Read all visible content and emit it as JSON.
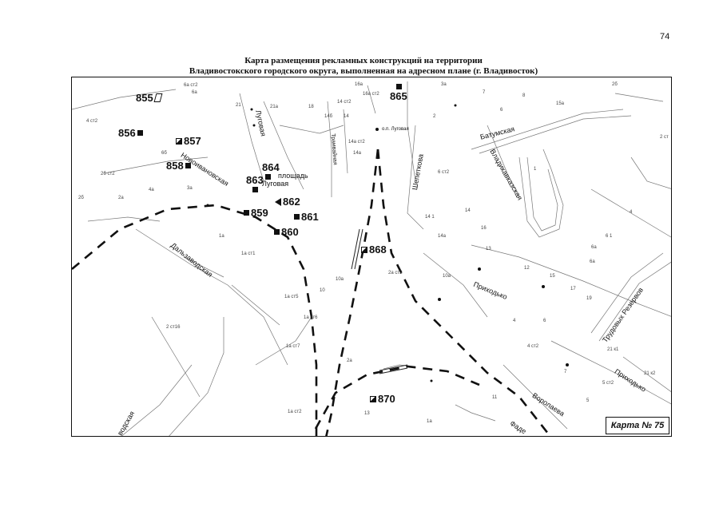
{
  "page_number": "74",
  "title_line1": "Карта размещения рекламных конструкций на территории",
  "title_line2": "Владивостокского городского округа, выполненная на адресном плане (г. Владивосток)",
  "map_label": "Карта № 75",
  "markers": [
    {
      "id": "855",
      "shape": "outline"
    },
    {
      "id": "856",
      "shape": "square"
    },
    {
      "id": "857",
      "shape": "half"
    },
    {
      "id": "858",
      "shape": "square"
    },
    {
      "id": "859",
      "shape": "square"
    },
    {
      "id": "860",
      "shape": "square"
    },
    {
      "id": "861",
      "shape": "square"
    },
    {
      "id": "862",
      "shape": "triangle"
    },
    {
      "id": "863",
      "shape": "square"
    },
    {
      "id": "864",
      "shape": "square"
    },
    {
      "id": "865",
      "shape": "square"
    },
    {
      "id": "868",
      "shape": "half"
    },
    {
      "id": "870",
      "shape": "half"
    }
  ],
  "streets": {
    "lugovaya_vertical": "Луговая",
    "lugovaya_square": "Луговая",
    "ploshchad": "площадь",
    "novoivanovskaya": "Новоивановская",
    "dalzavodskaya": "Дальзаводская",
    "dalzavodskaya_partial": "водская",
    "tramvaynaya": "Трамвайная",
    "shepetkova": "Шепеткова",
    "batumskaya": "Батумская",
    "vladikavkazskaya": "Владикавказская",
    "prikhodko": "Приходько",
    "prikhodko_right": "Приходько",
    "trudovykh_rezervov": "Трудовых Резервов",
    "vorolaeva": "Воролаева",
    "fade_partial": "Фаде",
    "stop_lugovaya": "о.п. Луговая"
  },
  "house_numbers": [
    "6а ст2",
    "6а",
    "21",
    "21а",
    "18",
    "14б",
    "14",
    "16а",
    "16а ст2",
    "14 ст2",
    "3а",
    "7",
    "8",
    "2б",
    "15а",
    "2",
    "6",
    "4 ст2",
    "1",
    "2 ст",
    "14а ст2",
    "14а",
    "6 ст2",
    "14",
    "14 1",
    "14а",
    "16",
    "13",
    "12",
    "15",
    "17",
    "19",
    "6а",
    "6",
    "4",
    "4 ст2",
    "21 к1",
    "21 к2",
    "5 ст2",
    "5",
    "7",
    "2б ст2",
    "2а",
    "2б",
    "4а",
    "3а",
    "1а",
    "1а ст1",
    "1а ст5",
    "1а ст6",
    "1а ст7",
    "2 ст16",
    "10",
    "10а",
    "2а ст2",
    "10а",
    "2а",
    "11",
    "1а",
    "1а ст2",
    "13",
    "6б",
    "6 1",
    "6а",
    "4"
  ]
}
